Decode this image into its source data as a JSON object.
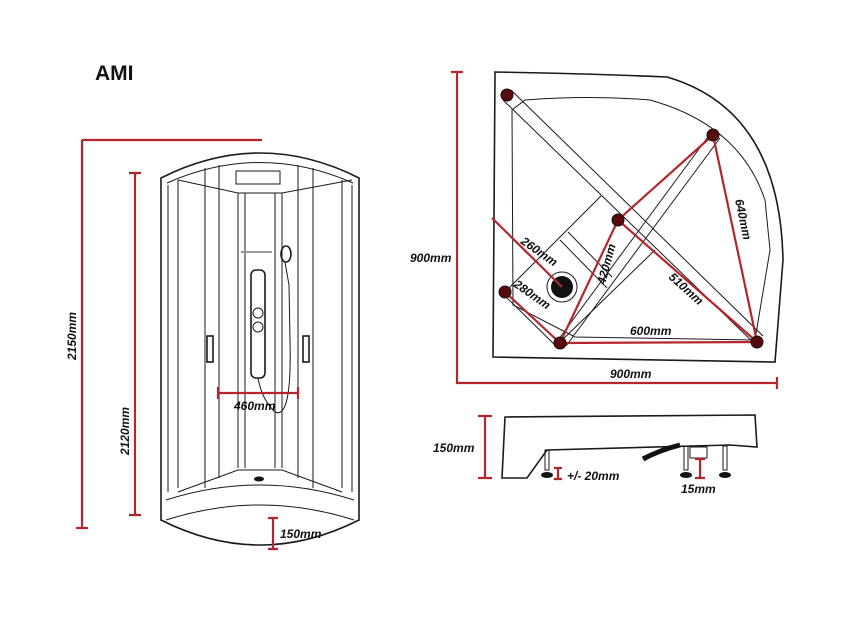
{
  "title": "AMI",
  "front_view": {
    "total_height": "2150mm",
    "cabin_height": "2120mm",
    "panel_width": "460mm",
    "tray_height": "150mm"
  },
  "plan_view": {
    "depth": "900mm",
    "width": "900mm",
    "dim_600": "600mm",
    "dim_640": "640mm",
    "dim_510": "510mm",
    "dim_420": "420mm",
    "dim_260": "260mm",
    "dim_280": "280mm"
  },
  "side_view": {
    "tray_height": "150mm",
    "leg_adjust": "+/- 20mm",
    "drain_clearance": "15mm"
  },
  "colors": {
    "dimension": "#b3262e",
    "line": "#1a1a1a"
  }
}
